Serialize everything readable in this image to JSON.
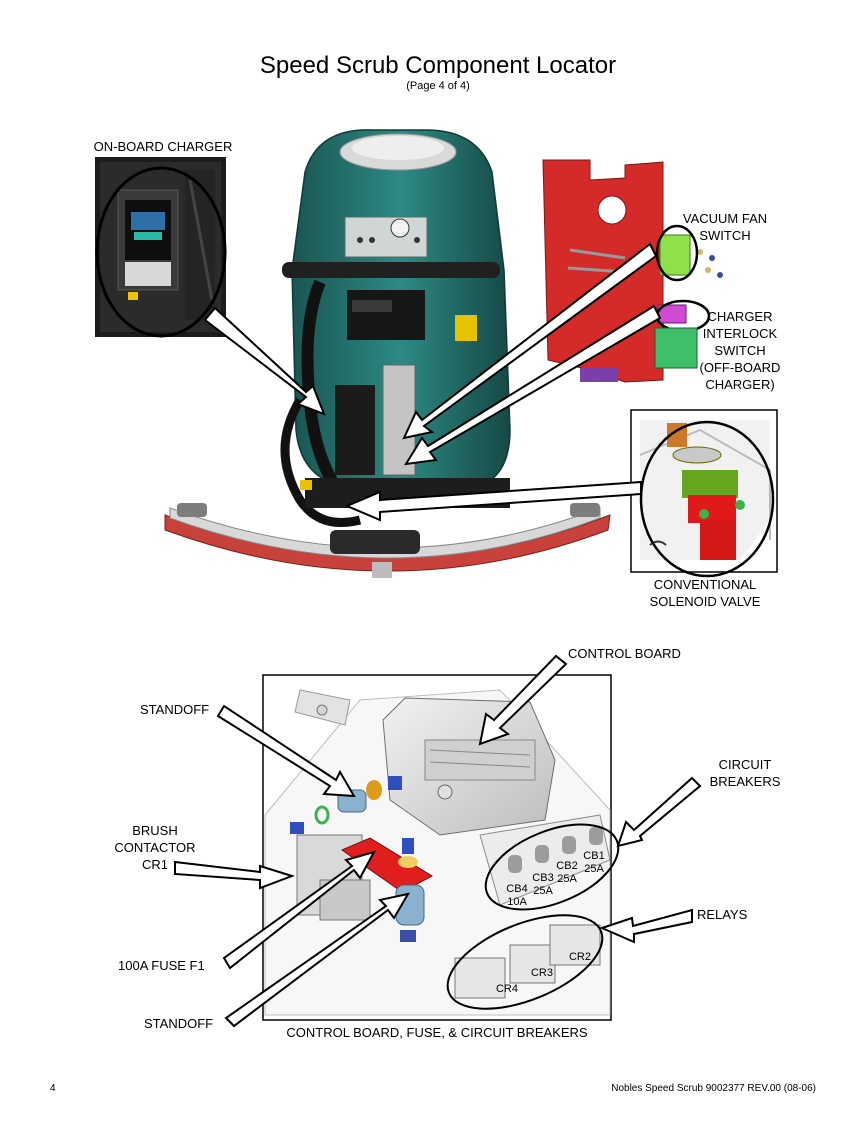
{
  "header": {
    "title": "Speed Scrub Component Locator",
    "page": "(Page 4 of 4)"
  },
  "top_callouts": {
    "onboard_charger": "ON-BOARD CHARGER",
    "vacuum_fan_switch_1": "VACUUM FAN",
    "vacuum_fan_switch_2": "SWITCH",
    "charger_interlock_1": "CHARGER",
    "charger_interlock_2": "INTERLOCK",
    "charger_interlock_3": "SWITCH",
    "charger_interlock_4": "(OFF-BOARD",
    "charger_interlock_5": "CHARGER)",
    "solenoid_1": "CONVENTIONAL",
    "solenoid_2": "SOLENOID VALVE"
  },
  "bottom_callouts": {
    "control_board": "CONTROL BOARD",
    "standoff_top": "STANDOFF",
    "circuit_breakers_1": "CIRCUIT",
    "circuit_breakers_2": "BREAKERS",
    "brush_contactor_1": "BRUSH",
    "brush_contactor_2": "CONTACTOR",
    "brush_contactor_3": "CR1",
    "relays": "RELAYS",
    "fuse": "100A FUSE F1",
    "standoff_bottom": "STANDOFF",
    "caption": "CONTROL BOARD, FUSE, & CIRCUIT BREAKERS"
  },
  "breakers": [
    {
      "id": "CB1",
      "rating": "25A"
    },
    {
      "id": "CB2",
      "rating": "25A"
    },
    {
      "id": "CB3",
      "rating": "25A"
    },
    {
      "id": "CB4",
      "rating": "10A"
    }
  ],
  "relays": [
    "CR2",
    "CR3",
    "CR4"
  ],
  "footer": {
    "page_number": "4",
    "doc_ref": "Nobles Speed Scrub 9002377 REV.00 (08-06)"
  },
  "colors": {
    "machine_teal": "#1f6e6a",
    "bracket_red": "#d42a2a",
    "squeegee_red": "#c8413b",
    "switch_green": "#8fe04a",
    "switch_magenta": "#d04ad4"
  }
}
